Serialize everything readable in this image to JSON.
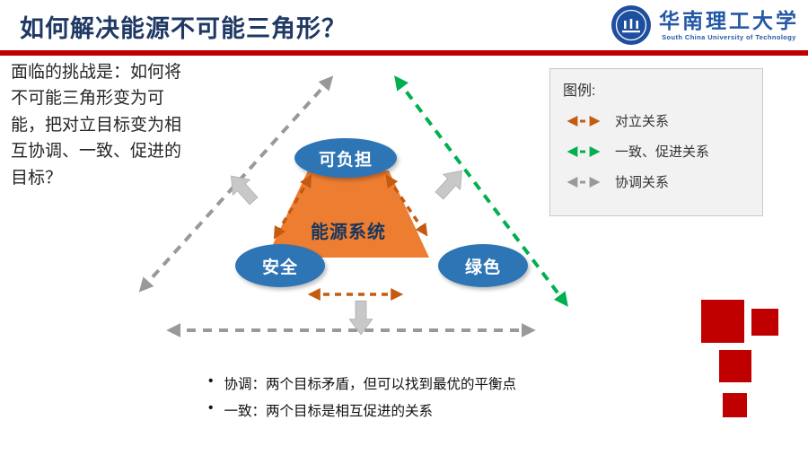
{
  "header": {
    "title": "如何解决能源不可能三角形？",
    "logo": {
      "university_cn": "华南理工大学",
      "university_en": "South China University of Technology"
    }
  },
  "challenge_text": "面临的挑战是：如何将不可能三角形变为可能，把对立目标变为相互协调、一致、促进的目标？",
  "legend": {
    "title": "图例:",
    "items": [
      {
        "label": "对立关系",
        "color": "#C55A11",
        "style": "dashed-double-arrow"
      },
      {
        "label": "一致、促进关系",
        "color": "#00B050",
        "style": "dashed-double-arrow"
      },
      {
        "label": "协调关系",
        "color": "#999999",
        "style": "dashed-double-arrow"
      }
    ]
  },
  "diagram": {
    "center_label": "能源系统",
    "nodes": [
      {
        "id": "affordable",
        "label": "可负担"
      },
      {
        "id": "secure",
        "label": "安全"
      },
      {
        "id": "green",
        "label": "绿色"
      }
    ],
    "inner_arrows_type": "对立关系",
    "outer_triangle": {
      "left_edge": "协调关系",
      "right_edge": "一致、促进关系",
      "bottom_edge": "协调关系"
    }
  },
  "bullets": [
    {
      "marker": "•",
      "text": "协调：两个目标矛盾，但可以找到最优的平衡点"
    },
    {
      "marker": "•",
      "text": "一致：两个目标是相互促进的关系"
    }
  ],
  "colors": {
    "title_blue": "#1F3864",
    "accent_red": "#C00000",
    "node_blue": "#2E75B6",
    "trapezoid_orange": "#ED7D31",
    "opposing_orange": "#C55A11",
    "promote_green": "#00B050",
    "coordinate_gray": "#999999"
  }
}
